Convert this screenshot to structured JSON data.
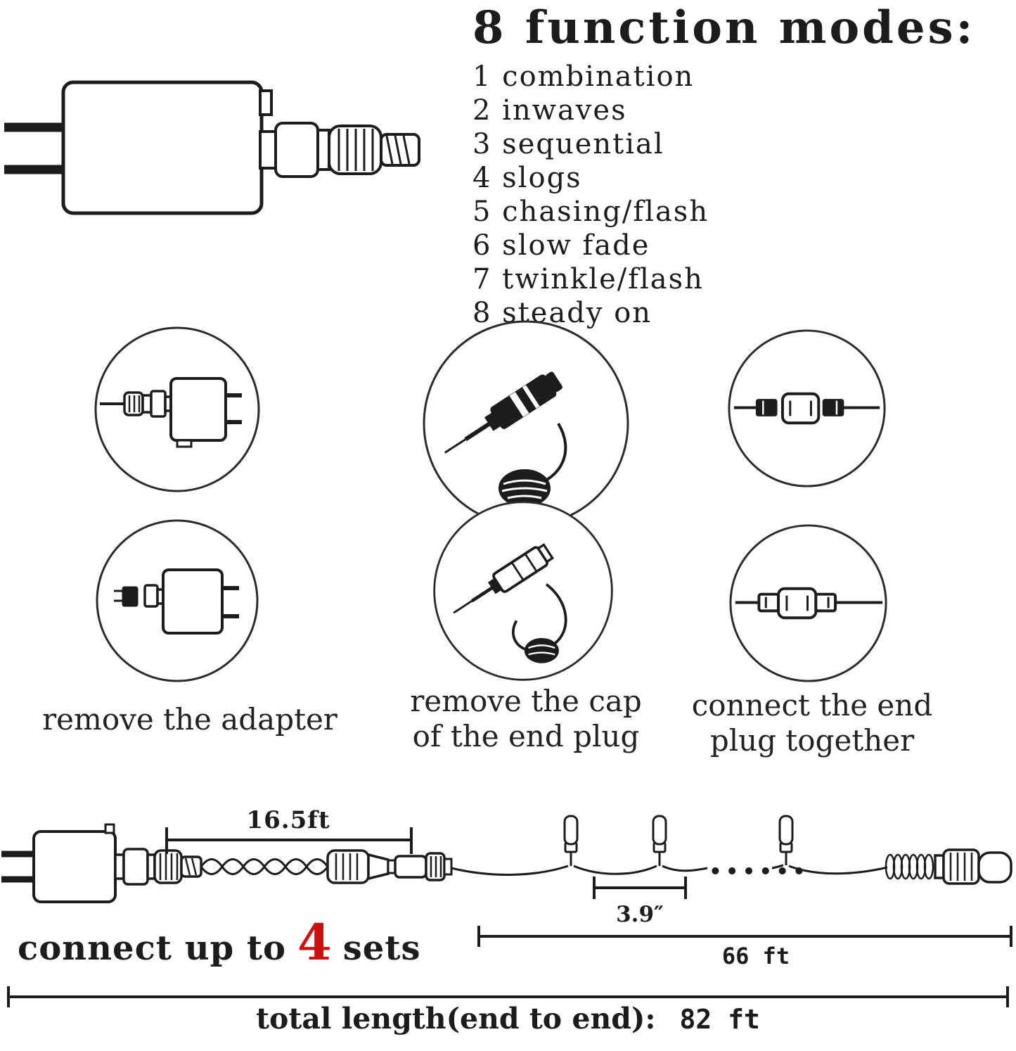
{
  "colors": {
    "ink": "#1c1c1c",
    "accent_red": "#cc1111"
  },
  "modes": {
    "title": "8 function modes:",
    "items": [
      "1 combination",
      "2 inwaves",
      "3 sequential",
      "4 slogs",
      "5 chasing/flash",
      "6 slow fade",
      "7 twinkle/flash",
      "8 steady on"
    ]
  },
  "steps": {
    "remove_adapter": {
      "line1": "remove the adapter"
    },
    "remove_cap": {
      "line1": "remove the cap",
      "line2": "of the end plug"
    },
    "connect_end": {
      "line1": "connect the end",
      "line2": "plug together"
    }
  },
  "diagram": {
    "segment_length": "16.5ft",
    "bulb_spacing": "3.9″",
    "run_length": "66 ft",
    "continuation_dots": "......",
    "connect": {
      "prefix": "connect up to",
      "count": "4",
      "suffix": "sets"
    },
    "total": {
      "label": "total length(end to end):",
      "value": "82 ft"
    }
  }
}
